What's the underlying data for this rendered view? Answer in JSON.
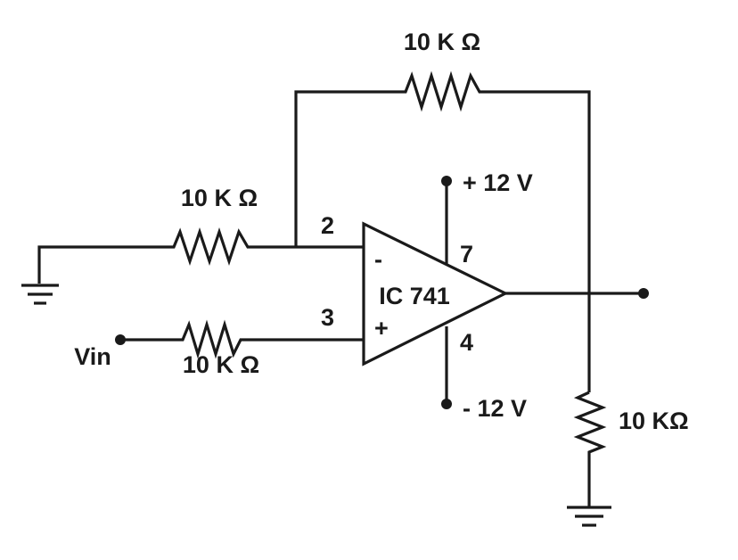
{
  "labels": {
    "r_feedback": "10 K Ω",
    "r_input": "10 K Ω",
    "r_noninv": "10 K Ω",
    "r_load": "10  KΩ",
    "v_in": "Vin",
    "opamp": "IC 741",
    "pin2": "2",
    "pin3": "3",
    "pin7": "7",
    "pin4": "4",
    "minus_sign": "-",
    "plus_sign": "+",
    "v_pos": "+ 12 V",
    "v_neg": "- 12 V"
  }
}
